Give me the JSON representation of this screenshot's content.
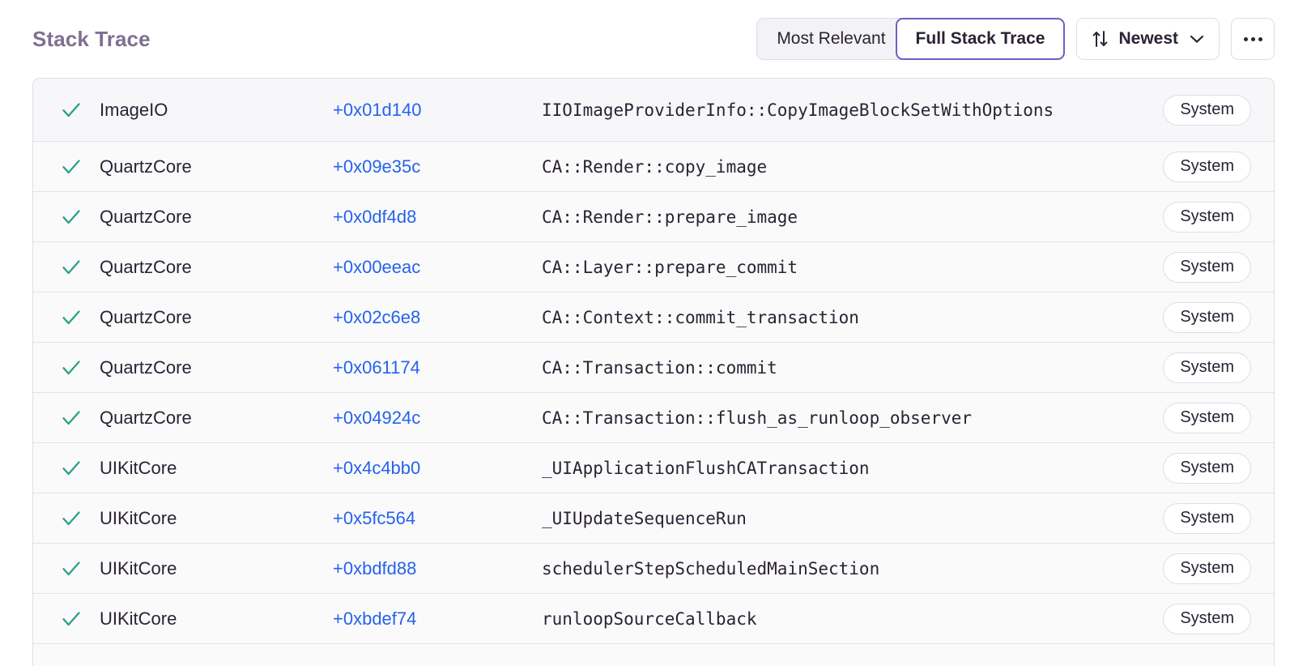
{
  "header": {
    "title": "Stack Trace",
    "segmented": {
      "options": [
        {
          "label": "Most Relevant",
          "active": false
        },
        {
          "label": "Full Stack Trace",
          "active": true
        }
      ]
    },
    "sort": {
      "icon": "sort-arrows-icon",
      "label": "Newest",
      "chevron": "chevron-down-icon"
    },
    "more": {
      "icon": "ellipsis-icon",
      "label": "..."
    }
  },
  "colors": {
    "accent_purple": "#6C5FC7",
    "link_blue": "#2563EB",
    "check_green": "#2BA185",
    "title_gray": "#80708F",
    "text_dark": "#2B2233",
    "row_bg": "#FAFAFB",
    "row_bg_expanded": "#F7F7F9",
    "border": "#E0DCE5",
    "divider": "#E3E1E8",
    "segment_inactive_bg": "#F3F2F7"
  },
  "frames": [
    {
      "checked": true,
      "check_icon": "checkmark-icon",
      "package": "ImageIO",
      "offset": "+0x01d140",
      "function": "IIOImageProviderInfo::CopyImageBlockSetWithOptions",
      "badge": "System",
      "expanded": true
    },
    {
      "checked": true,
      "check_icon": "checkmark-icon",
      "package": "QuartzCore",
      "offset": "+0x09e35c",
      "function": "CA::Render::copy_image",
      "badge": "System",
      "expanded": false
    },
    {
      "checked": true,
      "check_icon": "checkmark-icon",
      "package": "QuartzCore",
      "offset": "+0x0df4d8",
      "function": "CA::Render::prepare_image",
      "badge": "System",
      "expanded": false
    },
    {
      "checked": true,
      "check_icon": "checkmark-icon",
      "package": "QuartzCore",
      "offset": "+0x00eeac",
      "function": "CA::Layer::prepare_commit",
      "badge": "System",
      "expanded": false
    },
    {
      "checked": true,
      "check_icon": "checkmark-icon",
      "package": "QuartzCore",
      "offset": "+0x02c6e8",
      "function": "CA::Context::commit_transaction",
      "badge": "System",
      "expanded": false
    },
    {
      "checked": true,
      "check_icon": "checkmark-icon",
      "package": "QuartzCore",
      "offset": "+0x061174",
      "function": "CA::Transaction::commit",
      "badge": "System",
      "expanded": false
    },
    {
      "checked": true,
      "check_icon": "checkmark-icon",
      "package": "QuartzCore",
      "offset": "+0x04924c",
      "function": "CA::Transaction::flush_as_runloop_observer",
      "badge": "System",
      "expanded": false
    },
    {
      "checked": true,
      "check_icon": "checkmark-icon",
      "package": "UIKitCore",
      "offset": "+0x4c4bb0",
      "function": "_UIApplicationFlushCATransaction",
      "badge": "System",
      "expanded": false
    },
    {
      "checked": true,
      "check_icon": "checkmark-icon",
      "package": "UIKitCore",
      "offset": "+0x5fc564",
      "function": "_UIUpdateSequenceRun",
      "badge": "System",
      "expanded": false
    },
    {
      "checked": true,
      "check_icon": "checkmark-icon",
      "package": "UIKitCore",
      "offset": "+0xbdfd88",
      "function": "schedulerStepScheduledMainSection",
      "badge": "System",
      "expanded": false
    },
    {
      "checked": true,
      "check_icon": "checkmark-icon",
      "package": "UIKitCore",
      "offset": "+0xbdef74",
      "function": "runloopSourceCallback",
      "badge": "System",
      "expanded": false
    }
  ]
}
